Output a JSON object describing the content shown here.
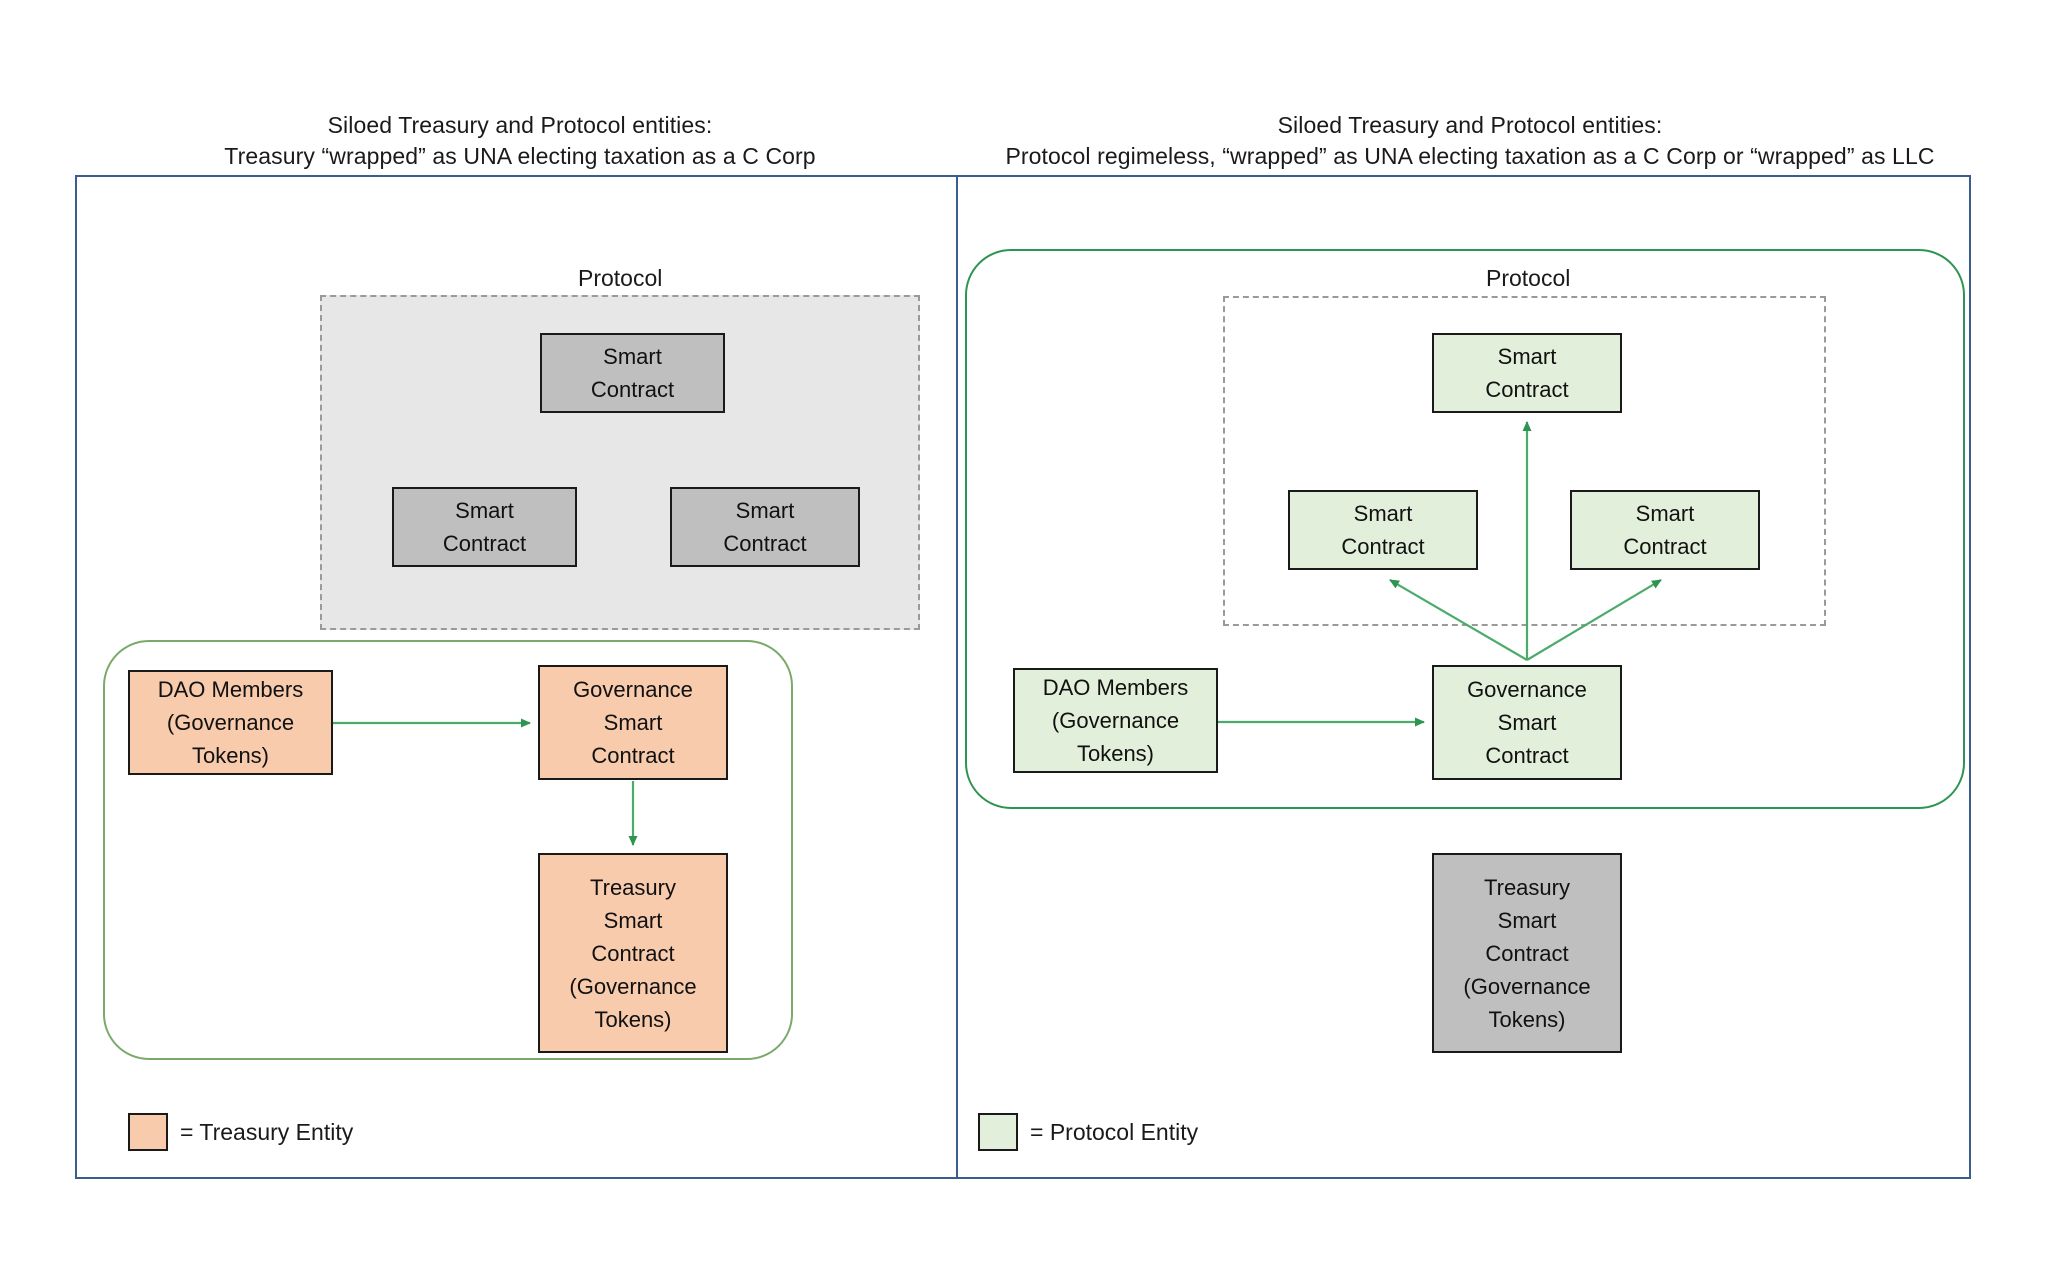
{
  "panels": {
    "left": {
      "title_line1": "Siloed Treasury and Protocol entities:",
      "title_line2": "Treasury “wrapped” as UNA electing taxation as a C Corp",
      "protocol_label": "Protocol",
      "nodes": {
        "sc_top": {
          "lines": [
            "Smart",
            "Contract"
          ]
        },
        "sc_left": {
          "lines": [
            "Smart",
            "Contract"
          ]
        },
        "sc_right": {
          "lines": [
            "Smart",
            "Contract"
          ]
        },
        "dao": {
          "lines": [
            "DAO Members",
            "(Governance",
            "Tokens)"
          ]
        },
        "governance": {
          "lines": [
            "Governance",
            "Smart",
            "Contract"
          ]
        },
        "treasury": {
          "lines": [
            "Treasury",
            "Smart",
            "Contract",
            "(Governance",
            "Tokens)"
          ]
        }
      },
      "legend": {
        "label": "= Treasury Entity",
        "color": "#f8cbad"
      }
    },
    "right": {
      "title_line1": "Siloed Treasury and Protocol entities:",
      "title_line2": "Protocol regimeless, “wrapped” as UNA electing taxation as a C Corp or “wrapped” as  LLC",
      "protocol_label": "Protocol",
      "nodes": {
        "sc_top": {
          "lines": [
            "Smart",
            "Contract"
          ]
        },
        "sc_left": {
          "lines": [
            "Smart",
            "Contract"
          ]
        },
        "sc_right": {
          "lines": [
            "Smart",
            "Contract"
          ]
        },
        "dao": {
          "lines": [
            "DAO Members",
            "(Governance",
            "Tokens)"
          ]
        },
        "governance": {
          "lines": [
            "Governance",
            "Smart",
            "Contract"
          ]
        },
        "treasury": {
          "lines": [
            "Treasury",
            "Smart",
            "Contract",
            "(Governance",
            "Tokens)"
          ]
        }
      },
      "legend": {
        "label": "= Protocol Entity",
        "color": "#e2efda"
      }
    }
  },
  "colors": {
    "panel_border": "#3a5d8f",
    "treasury_entity": "#f8cbad",
    "protocol_entity": "#e2efda",
    "neutral_entity": "#bfbfbf",
    "protocol_region_fill": "#e7e7e7",
    "protocol_region_border": "#9a9a9a",
    "arrow_green": "#2e9451",
    "wrap_green_left": "#7aa96a",
    "wrap_green_right": "#2e9451"
  }
}
